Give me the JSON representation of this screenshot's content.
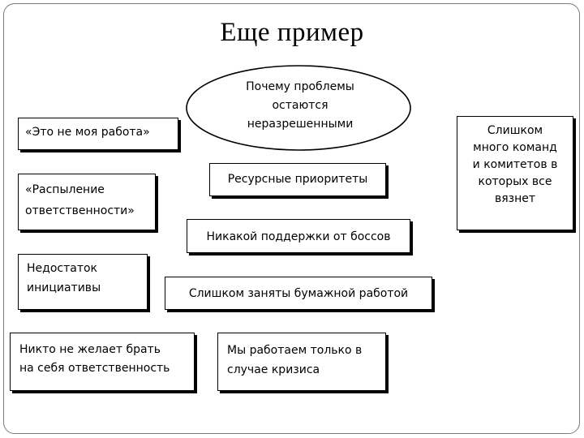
{
  "title": "Еще пример",
  "center": {
    "text": "Почему проблемы\nостаются\nнеразрешенными"
  },
  "boxes": {
    "not_my_job": "«Это не моя работа»",
    "spread": "«Распыление\nответственности»",
    "lack_initiative": "Недостаток\nинициативы",
    "nobody_responsible": "Никто  не  желает  брать\nна себя ответственность",
    "resource_priorities": "Ресурсные приоритеты",
    "no_boss_support": "Никакой поддержки от боссов",
    "paperwork": "Слишком заняты бумажной  работой",
    "crisis_only": "Мы работаем только в\nслучае кризиса",
    "too_many_teams": "Слишком\nмного команд\nи комитетов в\nкоторых все\nвязнет"
  }
}
